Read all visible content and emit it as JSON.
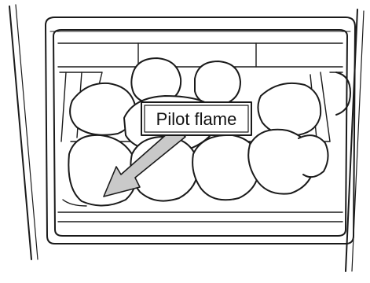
{
  "diagram": {
    "callout_label": "Pilot flame",
    "line_color": "#1a1a1a",
    "background": "#ffffff",
    "arrow_fill": "#c9c9c9",
    "parts": [
      "fireplace-cabinet",
      "firebox-opening",
      "firebox-window",
      "refractory-brick-panels",
      "ceramic-logs",
      "pilot-flame-arrow"
    ]
  }
}
